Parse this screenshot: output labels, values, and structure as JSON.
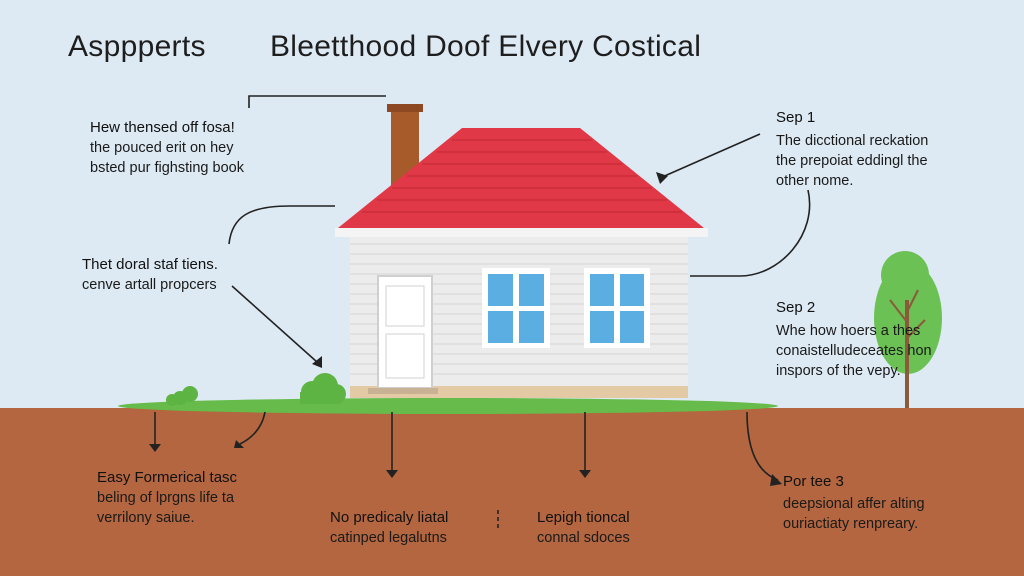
{
  "header": {
    "left_title": "Aspppertѕ",
    "main_title": "Bleetthood Doof Elvery Costical"
  },
  "annotations": {
    "top_left": {
      "lines": [
        "Hew thensed off fosa!",
        "the pouced erit on hey",
        "bsted pur fighsting book"
      ]
    },
    "mid_left": {
      "lines": [
        "Thet doral staf tiens.",
        "cenve artall propcers"
      ]
    },
    "step1": {
      "title": "Sep 1",
      "lines": [
        "The dicctional reckation",
        "the prepoiat eddingl the",
        "other nome."
      ]
    },
    "step2": {
      "title": "Sep 2",
      "lines": [
        "Whe how hoers a thes",
        "conaistelludeceates hon",
        "inspors of the vepy."
      ]
    },
    "bottom_left": {
      "lines": [
        "Easy Formerical tasc",
        "beling of lprgns life ta",
        "verrilony saiue."
      ]
    },
    "bottom_mid1": {
      "lines": [
        "No predicaly liatal",
        "catinped legalutns"
      ]
    },
    "bottom_mid2": {
      "lines": [
        "Lepigh tioncal",
        "connal sdoces"
      ]
    },
    "step3": {
      "title": "Por tee 3",
      "lines": [
        "deepsional affer alting",
        "ouriactiaty renpreary."
      ]
    }
  },
  "colors": {
    "sky": "#ddeaf3",
    "soil": "#b3663f",
    "grass": "#66bb4a",
    "roof": "#e03846",
    "chimney": "#a75a2a",
    "wall": "#ececec",
    "window": "#5aaee2"
  }
}
